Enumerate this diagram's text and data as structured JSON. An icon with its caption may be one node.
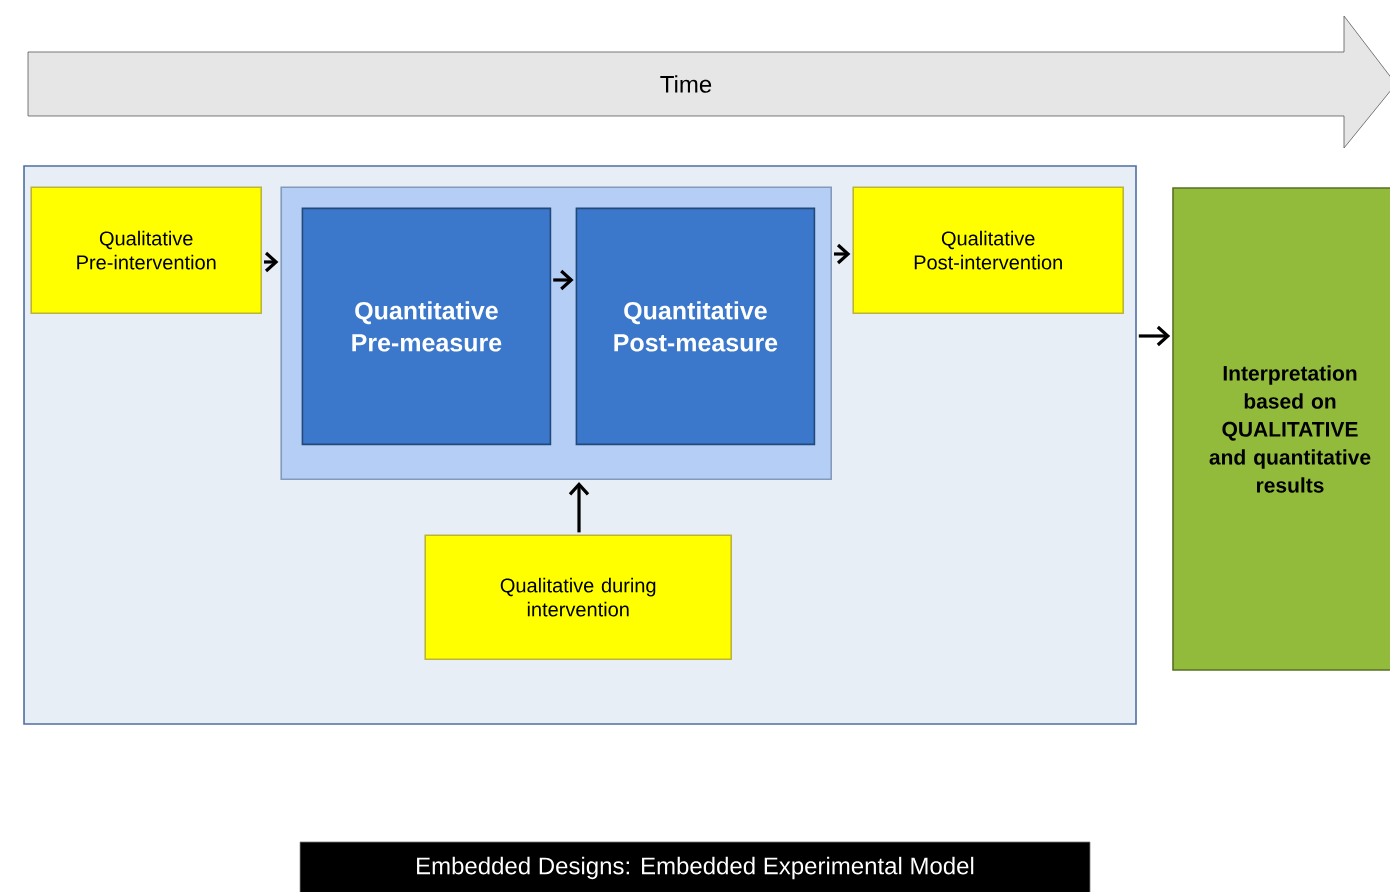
{
  "diagram": {
    "caption": "Embedded Designs: Embedded Experimental Model",
    "nodes": [
      {
        "text": [
          "Time"
        ]
      },
      {
        "text": [],
        "shape": "box"
      },
      {
        "text": [
          "Qualitative Pre-intervention"
        ],
        "in": 1
      },
      {
        "text": [],
        "shape": "box",
        "in": 1
      },
      {
        "text": [
          "Quantitative Pre-measure"
        ],
        "in": 3
      },
      {
        "text": [
          "Quantitative Post-measure"
        ],
        "in": 3
      },
      {
        "text": [
          "Qualitative Post-intervention"
        ],
        "in": 1
      },
      {
        "text": [
          "Qualitative during intervention"
        ],
        "in": 1
      },
      {
        "text": [
          "Interpretation based on QUALITATIVE and quantitative results"
        ]
      }
    ],
    "edges": [
      {
        "from": 2,
        "to": 3,
        "arrow": "to"
      },
      {
        "from": 4,
        "to": 5,
        "arrow": "to"
      },
      {
        "from": 3,
        "to": 6,
        "arrow": "to"
      },
      {
        "from": 7,
        "to": 3,
        "arrow": "to"
      },
      {
        "from": 1,
        "to": 8,
        "arrow": "to"
      }
    ]
  }
}
